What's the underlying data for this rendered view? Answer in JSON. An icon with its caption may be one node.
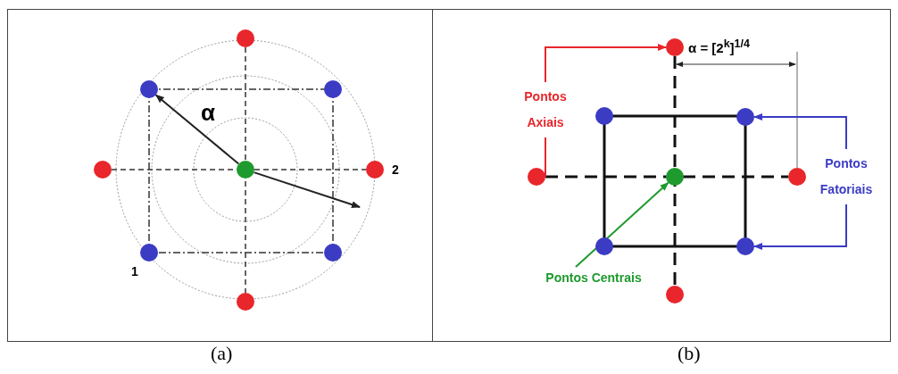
{
  "diagram": {
    "nodes": [
      {
        "text": [
          "(a)"
        ]
      },
      {
        "text": [
          "(b)"
        ]
      },
      {
        "text": [],
        "shape": "circle",
        "in": 0
      },
      {
        "text": [],
        "shape": "circle",
        "in": 0
      },
      {
        "text": [],
        "shape": "circle",
        "in": 0
      },
      {
        "text": [],
        "shape": "circle",
        "in": 0
      },
      {
        "text": [],
        "shape": "circle",
        "in": 0
      },
      {
        "text": [],
        "shape": "circle",
        "in": 0
      },
      {
        "text": [],
        "shape": "circle",
        "in": 0
      },
      {
        "text": [],
        "shape": "circle",
        "in": 0
      },
      {
        "text": [],
        "shape": "circle",
        "in": 0
      },
      {
        "text": [],
        "shape": "circle",
        "in": 1
      },
      {
        "text": [
          "Pontos Axiais"
        ],
        "in": 1
      },
      {
        "text": [],
        "shape": "circle",
        "in": 1
      },
      {
        "text": [],
        "shape": "circle",
        "in": 1
      },
      {
        "text": [],
        "shape": "circle",
        "in": 1
      },
      {
        "text": [],
        "shape": "circle",
        "in": 1
      },
      {
        "text": [],
        "shape": "circle",
        "in": 1
      },
      {
        "text": [
          "Pontos Fatoriais"
        ],
        "in": 1
      },
      {
        "text": [],
        "shape": "circle",
        "in": 1
      },
      {
        "text": [],
        "shape": "circle",
        "in": 1
      },
      {
        "text": [
          "Pontos Centrais"
        ],
        "in": 1
      },
      {
        "text": [],
        "shape": "circle",
        "in": 1
      }
    ],
    "edges": [
      {
        "from": 6,
        "to": 3,
        "arrow": "to",
        "label": "α"
      },
      {
        "from": 6,
        "to": null,
        "arrow": "to"
      },
      {
        "from": 12,
        "to": 11,
        "arrow": "to",
        "color": "#e8262b"
      },
      {
        "from": 12,
        "to": 15,
        "arrow": "to",
        "color": "#e8262b"
      },
      {
        "from": 18,
        "to": 14,
        "arrow": "to",
        "color": "#3b3bc4"
      },
      {
        "from": 18,
        "to": 20,
        "arrow": "to",
        "color": "#3b3bc4"
      },
      {
        "from": 21,
        "to": 16,
        "arrow": "to",
        "color": "#1f9a2e"
      }
    ],
    "labels": [
      "1",
      "2",
      "α = [2$^{k}$]$^{1/4}$"
    ]
  }
}
